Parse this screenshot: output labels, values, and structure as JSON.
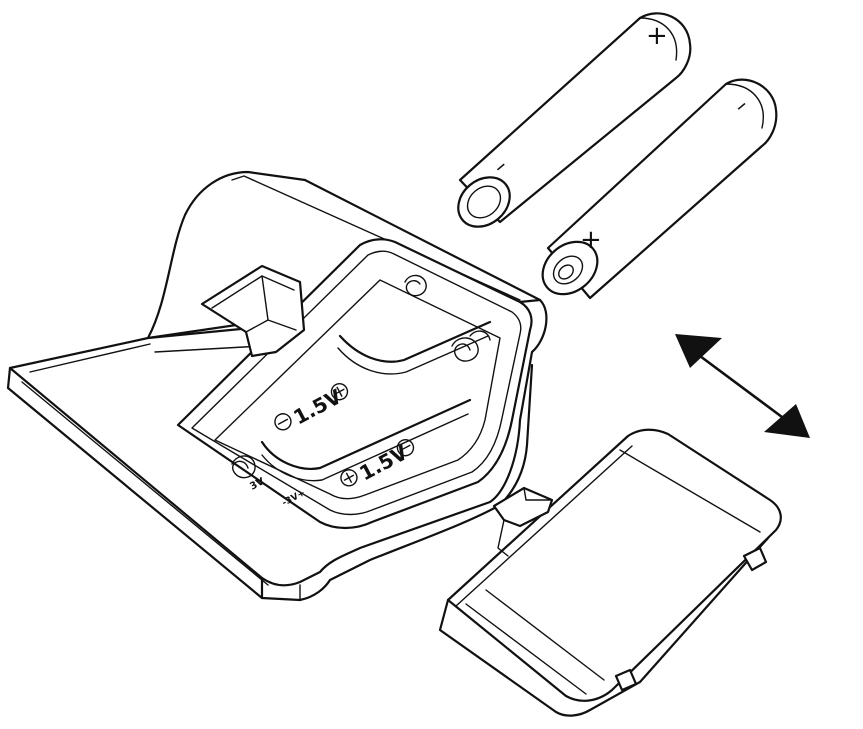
{
  "diagram": {
    "polarity": {
      "plus": "+",
      "minus": "–"
    },
    "compartment": {
      "slot_labels": [
        "1.5V",
        "1.5V"
      ],
      "voltage_markings": [
        "3V",
        "-3V+"
      ]
    }
  }
}
